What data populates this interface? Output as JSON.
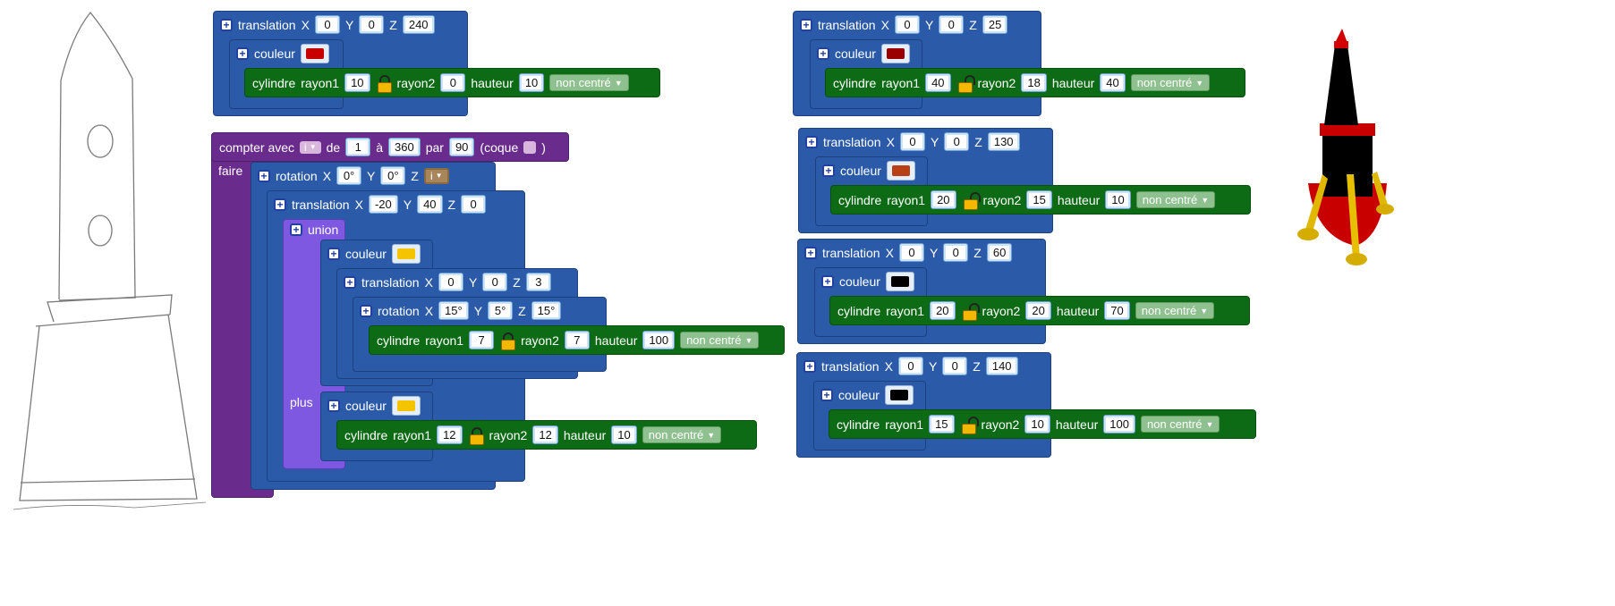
{
  "colors": {
    "red": "#c80000",
    "dark_red": "#9a0000",
    "brown": "#b84014",
    "black": "#000000",
    "yellow": "#f5c400"
  },
  "words": {
    "translation": "translation",
    "couleur": "couleur",
    "cylindre": "cylindre",
    "rayon1": "rayon1",
    "rayon2": "rayon2",
    "hauteur": "hauteur",
    "non_centre": "non centré",
    "rotation": "rotation",
    "x": "X",
    "y": "Y",
    "z": "Z",
    "compter_avec": "compter avec",
    "de": "de",
    "a": "à",
    "par": "par",
    "coque_open": "(coque",
    "coque_close": ")",
    "faire": "faire",
    "union": "union",
    "plus": "plus",
    "var": "i"
  },
  "left": {
    "top_translation": {
      "x": "0",
      "y": "0",
      "z": "240"
    },
    "top_cyl": {
      "r1": "10",
      "r2": "0",
      "h": "10"
    },
    "loop": {
      "from": "1",
      "to": "360",
      "by": "90"
    },
    "rot1": {
      "x": "0°",
      "y": "0°"
    },
    "trans2": {
      "x": "-20",
      "y": "40",
      "z": "0"
    },
    "trans3": {
      "x": "0",
      "y": "0",
      "z": "3"
    },
    "rot2": {
      "x": "15°",
      "y": "5°",
      "z": "15°"
    },
    "cyl_leg": {
      "r1": "7",
      "r2": "7",
      "h": "100"
    },
    "cyl_foot": {
      "r1": "12",
      "r2": "12",
      "h": "10"
    }
  },
  "right": {
    "b1": {
      "tx": "0",
      "ty": "0",
      "tz": "25",
      "r1": "40",
      "r2": "18",
      "h": "40"
    },
    "b2": {
      "tx": "0",
      "ty": "0",
      "tz": "130",
      "r1": "20",
      "r2": "15",
      "h": "10"
    },
    "b3": {
      "tx": "0",
      "ty": "0",
      "tz": "60",
      "r1": "20",
      "r2": "20",
      "h": "70"
    },
    "b4": {
      "tx": "0",
      "ty": "0",
      "tz": "140",
      "r1": "15",
      "r2": "10",
      "h": "100"
    }
  }
}
